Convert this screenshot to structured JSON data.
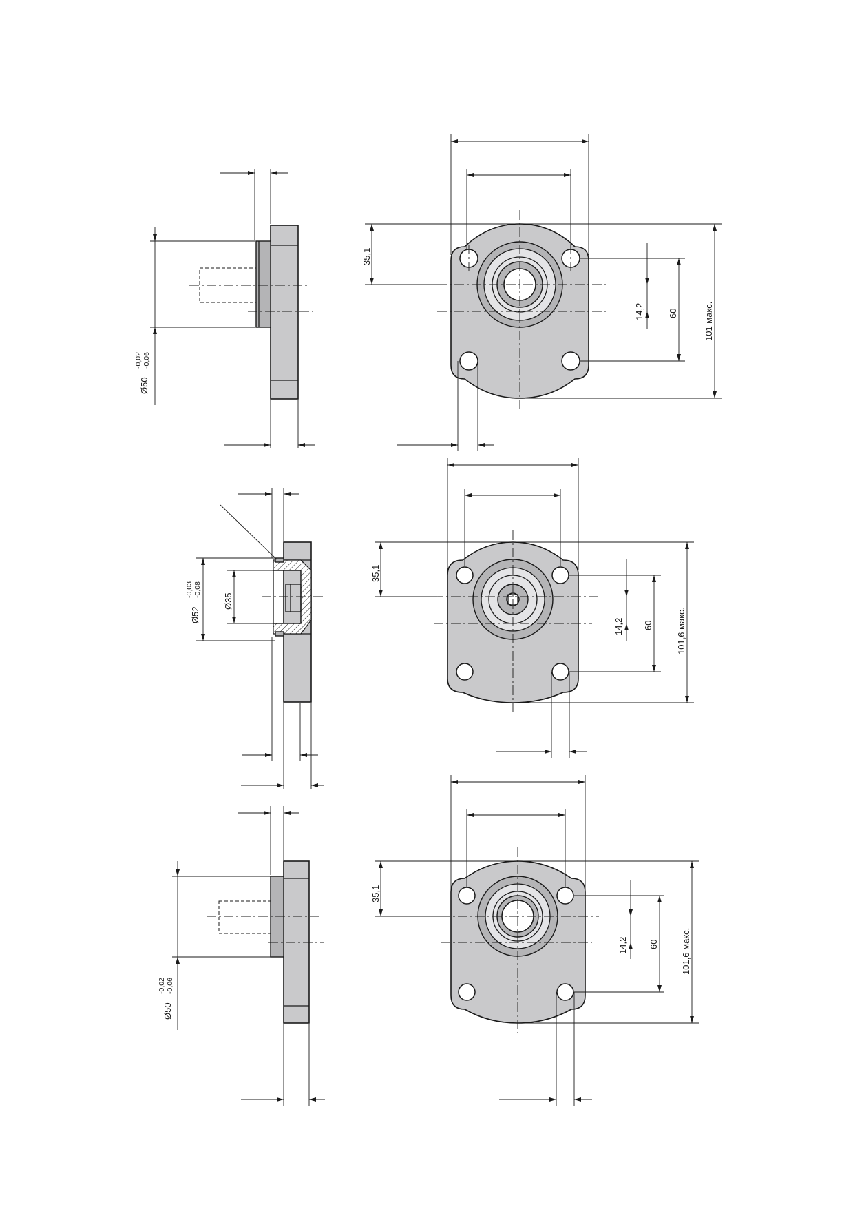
{
  "views": {
    "top": {
      "dim_35": "35,1",
      "dim_14": "14,2",
      "dim_60": "60",
      "dim_height": "101 макс.",
      "shaft_diameter": "Ø50",
      "shaft_tol_upper": "-0,02",
      "shaft_tol_lower": "-0,06"
    },
    "middle": {
      "dim_35": "35,1",
      "dim_14": "14,2",
      "dim_60": "60",
      "dim_height": "101,6 макс.",
      "bore_diameter": "Ø52",
      "bore_tol_upper": "-0,03",
      "bore_tol_lower": "-0,08",
      "inner_diameter": "Ø35"
    },
    "bottom": {
      "dim_35": "35,1",
      "dim_14": "14,2",
      "dim_60": "60",
      "dim_height": "101,6 макс.",
      "shaft_diameter": "Ø50",
      "shaft_tol_upper": "-0,02",
      "shaft_tol_lower": "-0,06"
    }
  }
}
